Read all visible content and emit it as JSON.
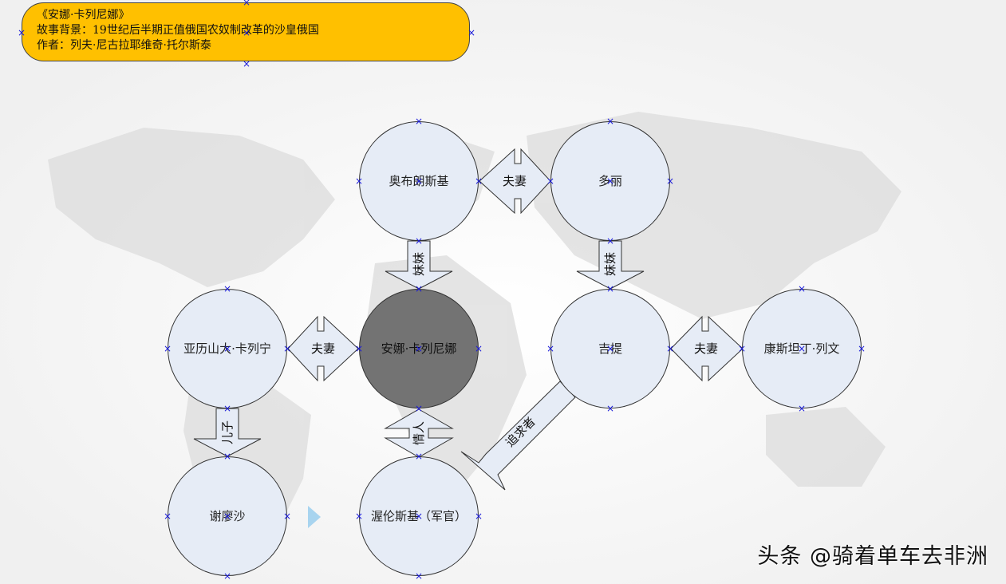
{
  "info": {
    "line1": "《安娜·卡列尼娜》",
    "line2": "故事背景：19世纪后半期正值俄国农奴制改革的沙皇俄国",
    "line3": "作者：列夫·尼古拉耶维奇·托尔斯泰"
  },
  "nodes": {
    "oblonsky": "奥布朗斯基",
    "dolly": "多丽",
    "karenin": "亚历山大·卡列宁",
    "anna": "安娜·卡列尼娜",
    "kitty": "吉提",
    "levin": "康斯坦丁·列文",
    "seryozha": "谢廖沙",
    "vronsky": "渥伦斯基（军官）"
  },
  "relations": {
    "oblonsky_dolly": "夫妻",
    "karenin_anna": "夫妻",
    "kitty_levin": "夫妻",
    "oblonsky_anna": "妹妹",
    "dolly_kitty": "妹妹",
    "karenin_seryozha": "儿子",
    "anna_vronsky": "情人",
    "kitty_vronsky": "追求者"
  },
  "watermark": "头条 @骑着单车去非洲",
  "colors": {
    "title_box": "#ffc000",
    "node_fill": "#e6ecf6",
    "anna_fill": "#737373",
    "arrow_fill": "#e6ecf6"
  }
}
